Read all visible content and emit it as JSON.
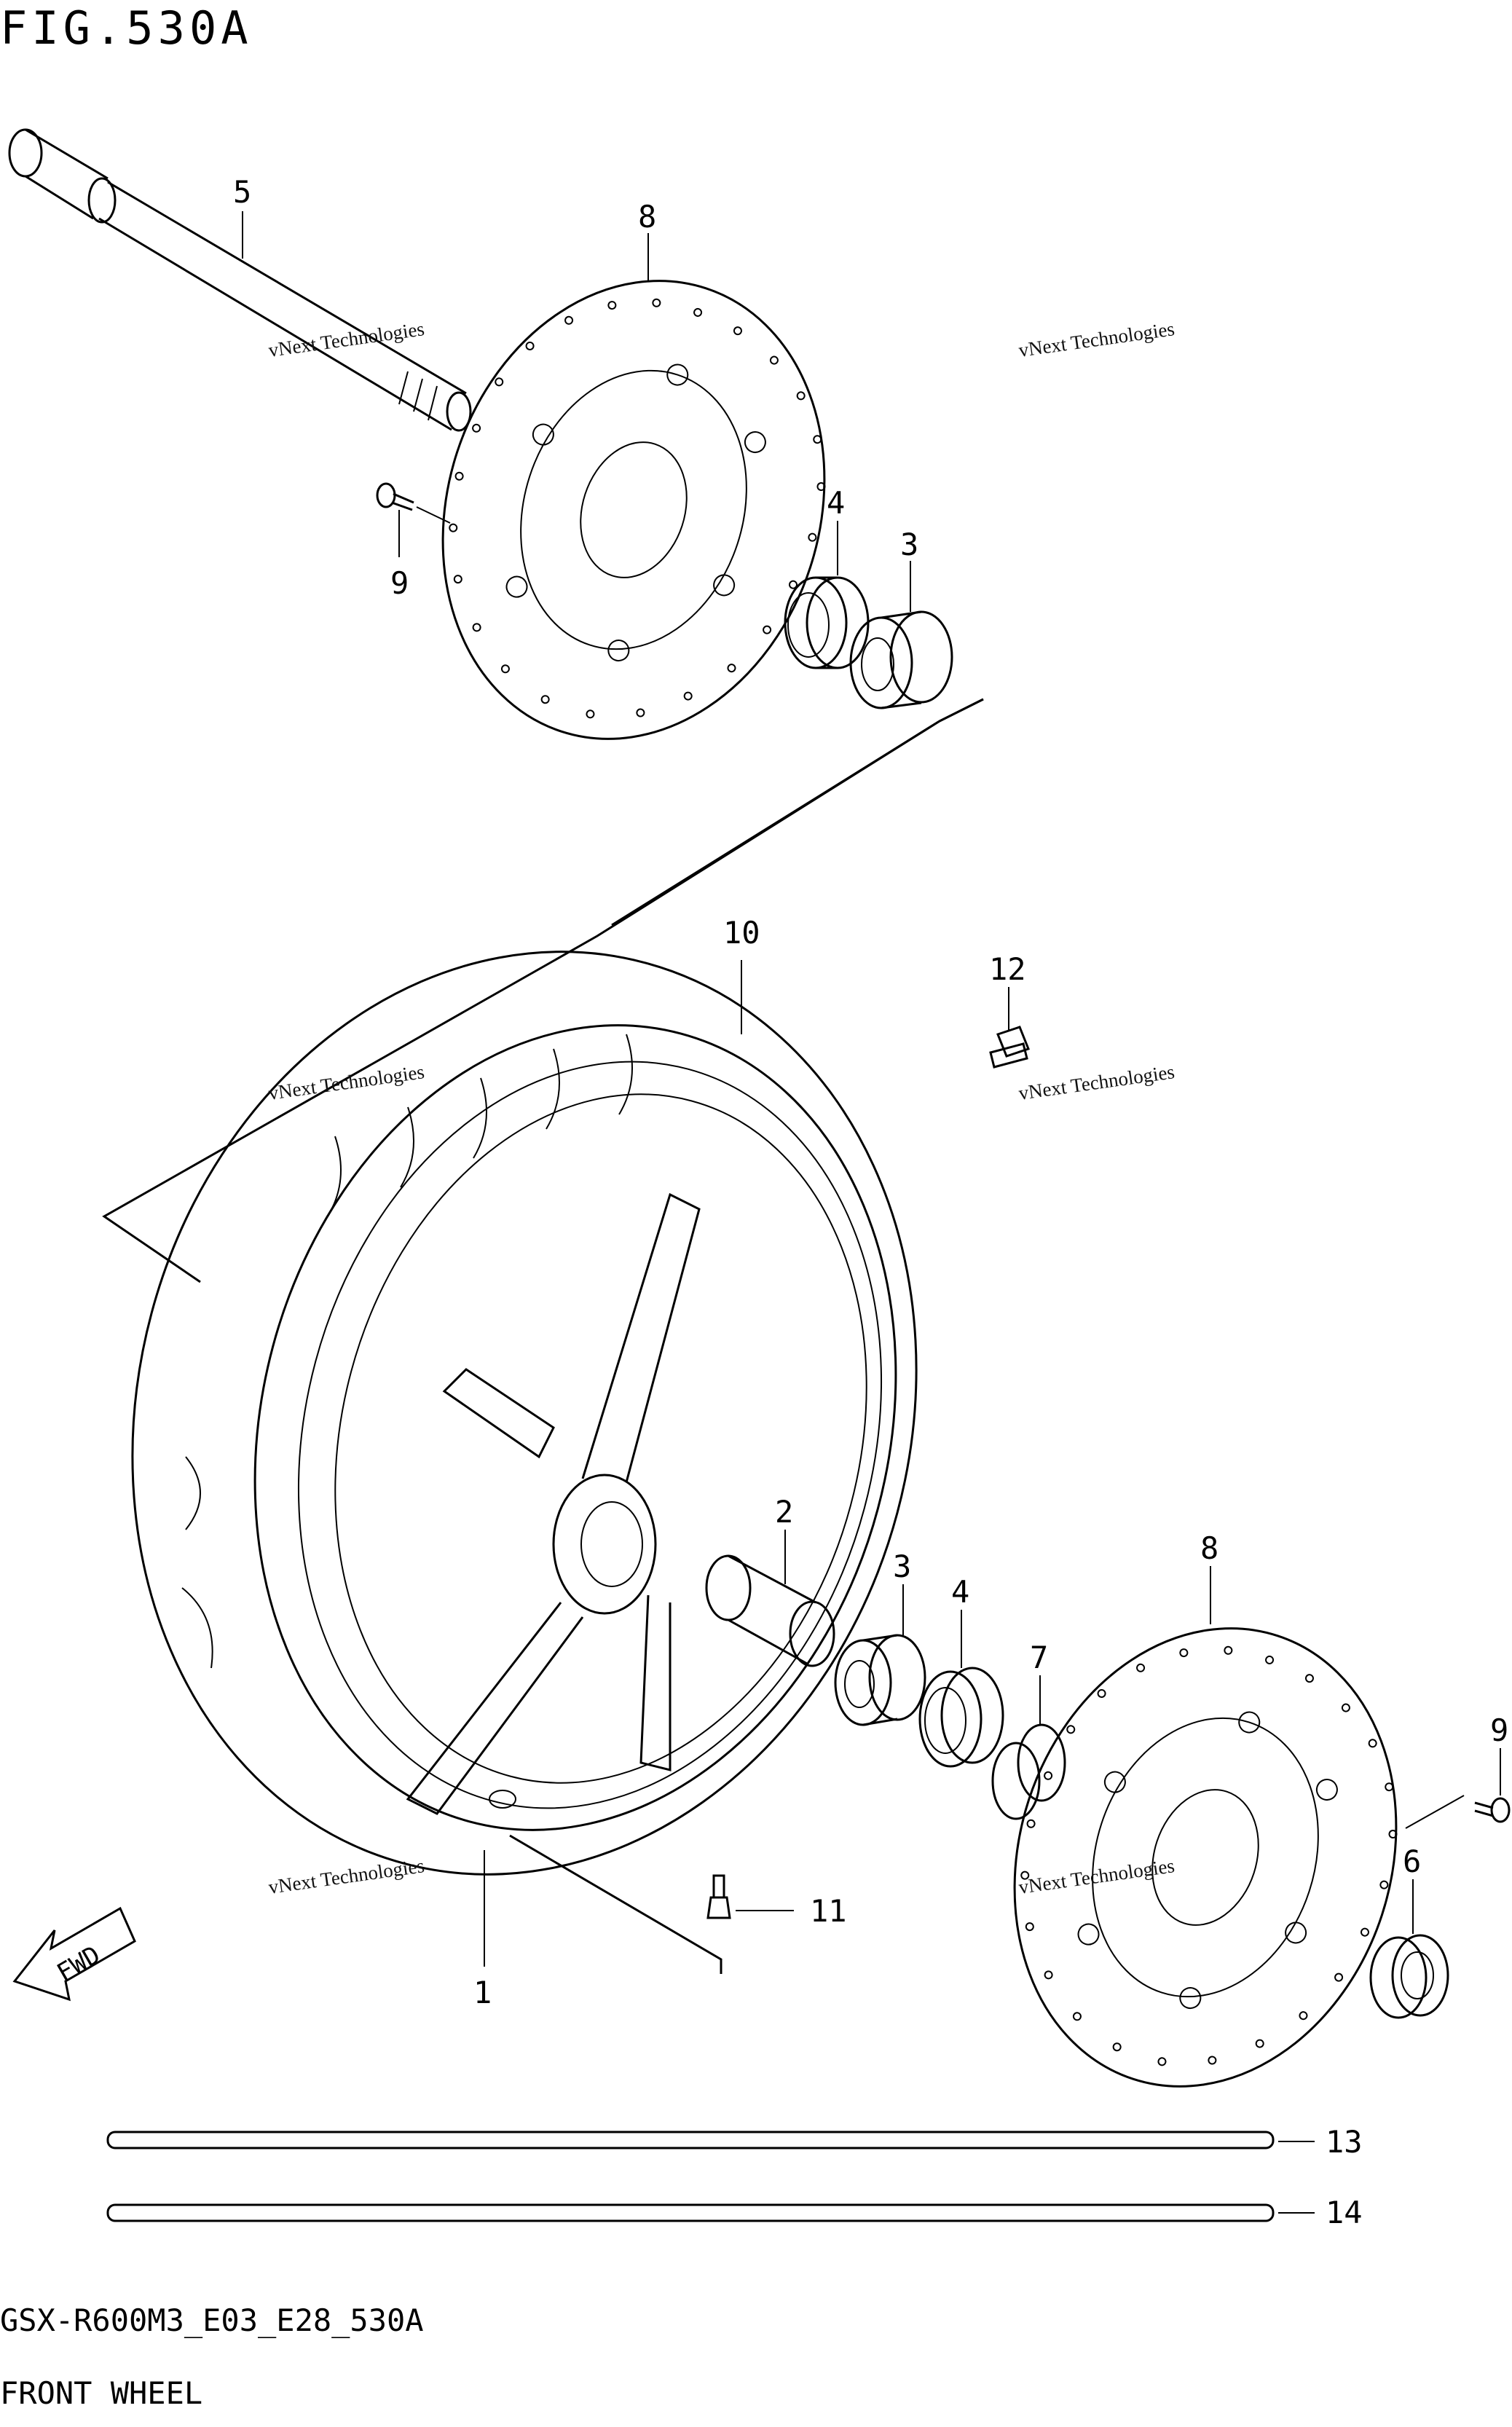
{
  "header": {
    "figure_title": "FIG.530A"
  },
  "footer": {
    "model_code": "GSX-R600M3_E03_E28_530A",
    "section_name": "FRONT WHEEL"
  },
  "watermark": {
    "line1": "vNext Technologies",
    "line2": "vNext",
    "line3": "Technologies"
  },
  "fwd_badge": "FWD",
  "callouts": [
    "1",
    "2",
    "3",
    "4",
    "5",
    "6",
    "7",
    "8",
    "9",
    "10",
    "11",
    "12",
    "13",
    "14"
  ],
  "callout_labels": {
    "c1": "1",
    "c2": "2",
    "c3a": "3",
    "c3b": "3",
    "c4a": "4",
    "c4b": "4",
    "c5": "5",
    "c6": "6",
    "c7": "7",
    "c8a": "8",
    "c8b": "8",
    "c9a": "9",
    "c9b": "9",
    "c10": "10",
    "c11": "11",
    "c12": "12",
    "c13": "13",
    "c14": "14"
  },
  "parts": [
    {
      "id": "axle",
      "ref": "5"
    },
    {
      "id": "brake-disc-upper",
      "ref": "8"
    },
    {
      "id": "brake-disc-lower",
      "ref": "8"
    },
    {
      "id": "oil-seal",
      "ref": "4"
    },
    {
      "id": "bearing",
      "ref": "3"
    },
    {
      "id": "disc-bolt",
      "ref": "9"
    },
    {
      "id": "tire",
      "ref": "10"
    },
    {
      "id": "balance-weight",
      "ref": "12"
    },
    {
      "id": "spacer",
      "ref": "2"
    },
    {
      "id": "collar",
      "ref": "7"
    },
    {
      "id": "spacer-right",
      "ref": "6"
    },
    {
      "id": "valve",
      "ref": "11"
    },
    {
      "id": "wheel",
      "ref": "1"
    },
    {
      "id": "tape-1",
      "ref": "13"
    },
    {
      "id": "tape-2",
      "ref": "14"
    }
  ]
}
